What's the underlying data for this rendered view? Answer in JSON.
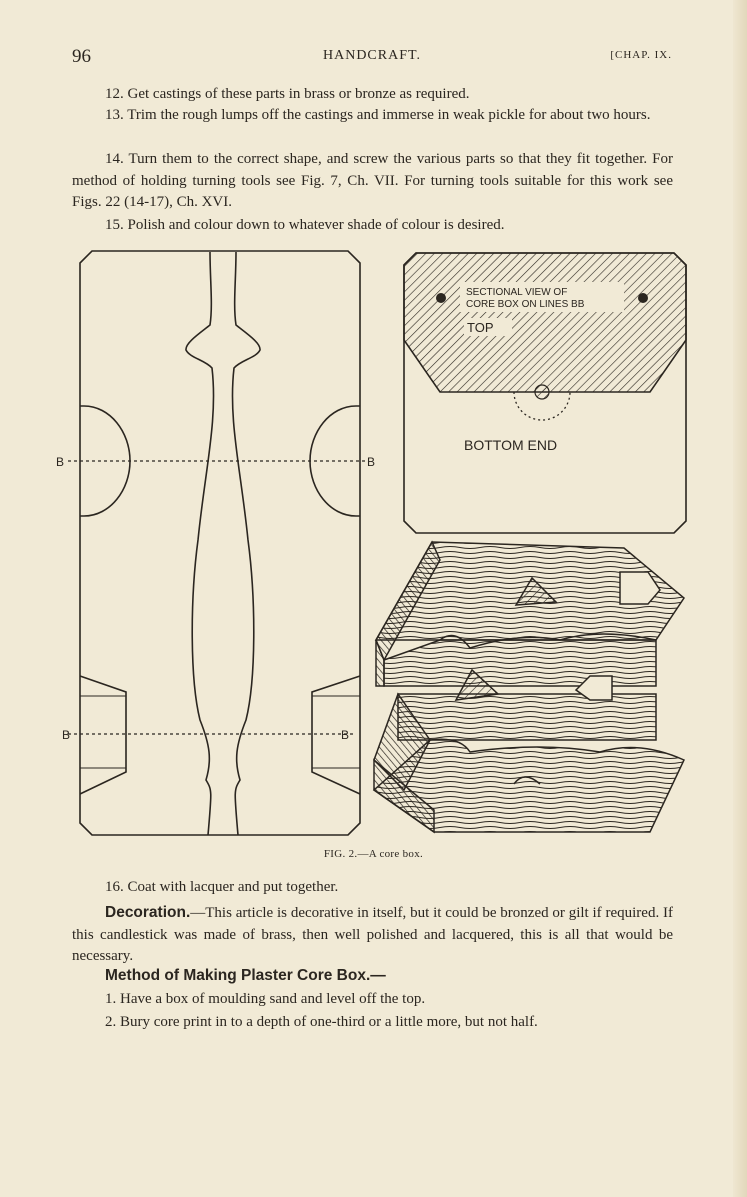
{
  "header": {
    "page_number": "96",
    "title": "HANDCRAFT.",
    "chapter": "[CHAP. IX."
  },
  "steps_top": [
    "12. Get castings of these parts in brass or bronze as required.",
    "13. Trim the rough lumps off the castings and immerse in weak pickle for about two hours.",
    "14. Turn them to the correct shape, and screw the various parts so that they fit together. For method of holding turning tools see Fig. 7, Ch. VII. For turning tools suitable for this work see Figs. 22 (14-17), Ch. XVI.",
    "15. Polish and colour down to whatever shade of colour is desired."
  ],
  "figure": {
    "label_b": "B",
    "section_note_line1": "SECTIONAL VIEW OF",
    "section_note_line2": "CORE BOX ON LINES BB",
    "top_label": "TOP",
    "bottom_label": "BOTTOM END",
    "caption": "FIG. 2.—A core box."
  },
  "step_16": "16. Coat with lacquer and put together.",
  "decoration": {
    "heading": "Decoration.",
    "text": "—This article is decorative in itself, but it could be bronzed or gilt if required. If this candlestick was made of brass, then well polished and lacquered, this is all that would be necessary."
  },
  "plaster": {
    "heading": "Method of Making Plaster Core Box.—",
    "steps": [
      "1. Have a box of moulding sand and level off the top.",
      "2. Bury core print in to a depth of one-third or a little more, but not half."
    ]
  }
}
